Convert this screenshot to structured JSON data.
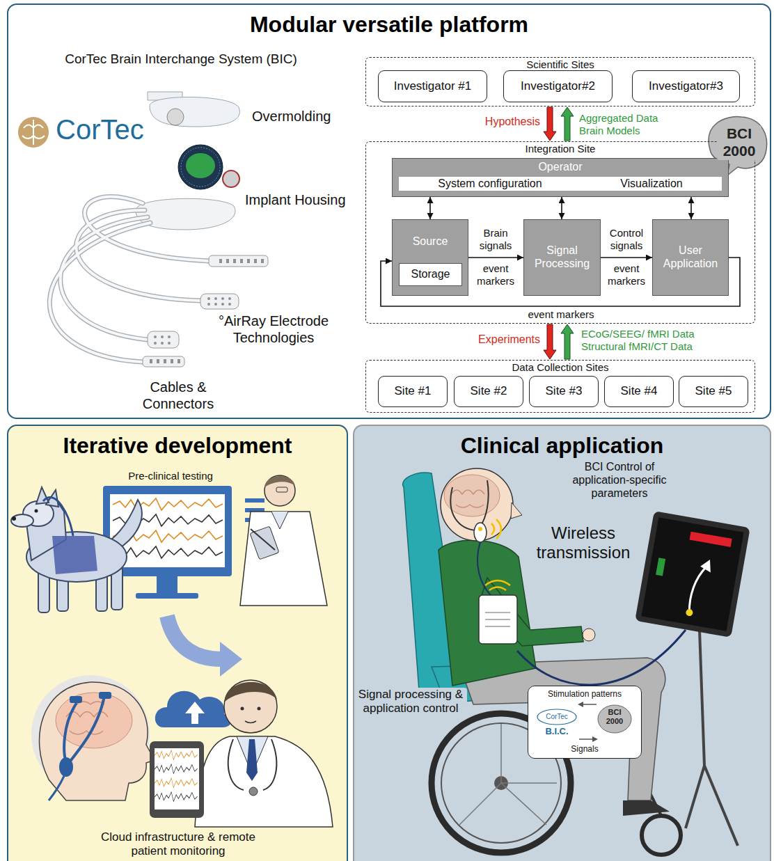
{
  "diagram": {
    "nodes": [
      {
        "text": [
          "Modular versatile platform"
        ]
      },
      {
        "text": [
          "Scientific Sites"
        ],
        "in": 0
      },
      {
        "text": [
          "Investigator #1"
        ],
        "in": 1
      },
      {
        "text": [
          "Investigator#2"
        ],
        "in": 1
      },
      {
        "text": [
          "Investigator#3"
        ],
        "in": 1
      },
      {
        "text": [
          "Integration Site"
        ],
        "in": 0
      },
      {
        "text": [
          "Operator"
        ],
        "in": 5
      },
      {
        "text": [
          "System configuration",
          "Visualization"
        ],
        "in": 6
      },
      {
        "text": [
          "Source"
        ],
        "in": 5
      },
      {
        "text": [
          "Storage"
        ],
        "in": 8
      },
      {
        "text": [
          "Signal Processing"
        ],
        "in": 5
      },
      {
        "text": [
          "User Application"
        ],
        "in": 5
      },
      {
        "text": [
          "Data Collection Sites"
        ],
        "in": 0
      },
      {
        "text": [
          "Site #1"
        ],
        "in": 12
      },
      {
        "text": [
          "Site #2"
        ],
        "in": 12
      },
      {
        "text": [
          "Site #3"
        ],
        "in": 12
      },
      {
        "text": [
          "Site #4"
        ],
        "in": 12
      },
      {
        "text": [
          "Site #5"
        ],
        "in": 12
      },
      {
        "text": [
          "Iterative development"
        ]
      },
      {
        "text": [
          "Clinical application"
        ]
      },
      {
        "text": [
          "Stimulation patterns",
          "Signals"
        ],
        "in": 19
      }
    ],
    "edges": [
      {
        "from": 1,
        "to": 5,
        "arrow": "to",
        "label": "Hypothesis"
      },
      {
        "from": 5,
        "to": 1,
        "arrow": "to",
        "label": "Aggregated Data Brain Models"
      },
      {
        "from": 6,
        "to": 8,
        "arrow": "both"
      },
      {
        "from": 6,
        "to": 10,
        "arrow": "both"
      },
      {
        "from": 6,
        "to": 11,
        "arrow": "both"
      },
      {
        "from": 8,
        "to": 10,
        "arrow": "to",
        "label": "Brain signals"
      },
      {
        "from": 10,
        "to": 11,
        "arrow": "to",
        "label": "Control signals"
      },
      {
        "from": 11,
        "to": 8,
        "arrow": "to",
        "label": "event markers"
      },
      {
        "from": 5,
        "to": 12,
        "arrow": "to",
        "label": "Experiments"
      },
      {
        "from": 12,
        "to": 5,
        "arrow": "to",
        "label": "ECoG/SEEG/ fMRI Data Structural fMRI/CT Data"
      }
    ],
    "labels": [
      "CorTec Brain Interchange System (BIC)",
      "CorTec",
      "Overmolding",
      "Implant Housing",
      "°AirRay Electrode Technologies",
      "Cables & Connectors",
      "BCI 2000",
      "event markers",
      "event markers",
      "Pre-clinical testing",
      "Cloud infrastructure & remote patient monitoring",
      "BCI Control of application-specific parameters",
      "Wireless transmission",
      "Signal processing & application control",
      "CorTec",
      "B.I.C.",
      "BCI 2000"
    ]
  }
}
